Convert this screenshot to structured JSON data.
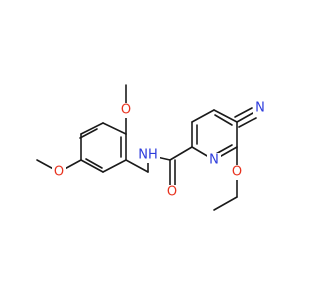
{
  "colors": {
    "bond": "#1a1a1a",
    "carbon_text": "#1a1a1a",
    "oxygen": "#e8321e",
    "nitrogen": "#2c3bdc"
  },
  "atoms": [
    {
      "id": "O_top",
      "text": "O",
      "element": "oxygen"
    },
    {
      "id": "O_left",
      "text": "O",
      "element": "oxygen"
    },
    {
      "id": "NH",
      "text": "NH",
      "element": "nitrogen"
    },
    {
      "id": "O_amide",
      "text": "O",
      "element": "oxygen"
    },
    {
      "id": "N_ring",
      "text": "N",
      "element": "nitrogen"
    },
    {
      "id": "O_ethoxy",
      "text": "O",
      "element": "oxygen"
    },
    {
      "id": "N_nitrile",
      "text": "N",
      "element": "nitrogen"
    }
  ]
}
